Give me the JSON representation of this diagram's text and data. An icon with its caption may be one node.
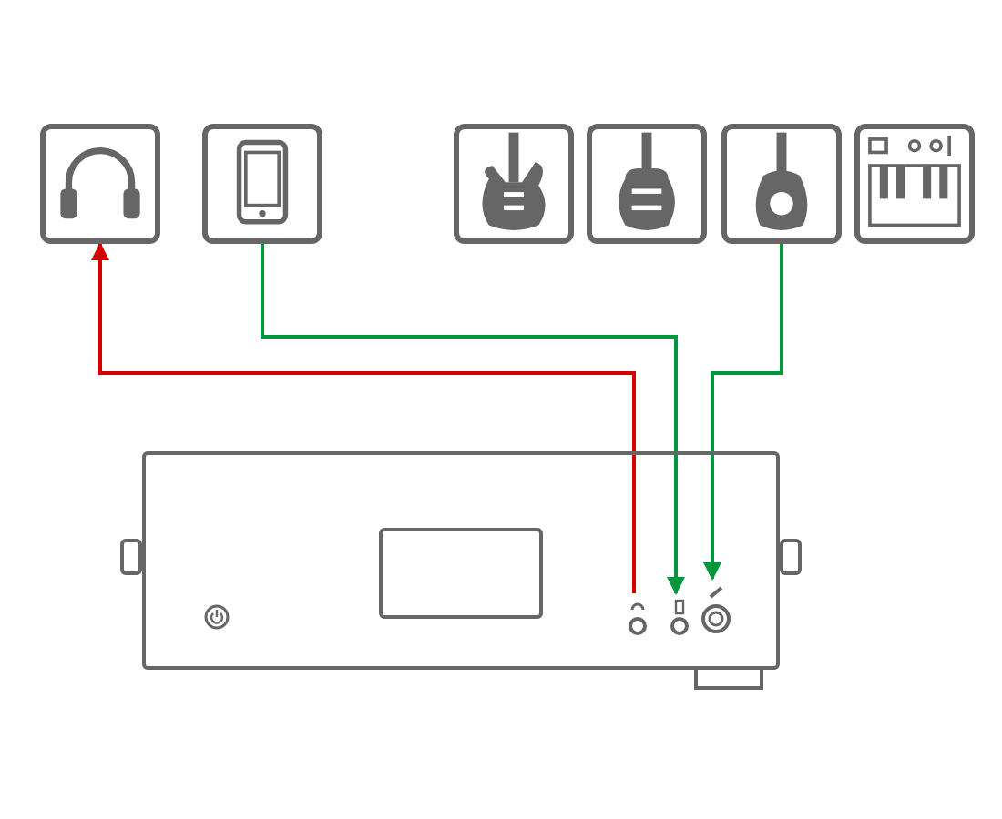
{
  "diagram": {
    "nodes": [
      {
        "text": [],
        "shape": "picture"
      },
      {
        "text": [],
        "shape": "picture"
      },
      {
        "text": [],
        "shape": "picture"
      },
      {
        "text": [],
        "shape": "picture"
      },
      {
        "text": [],
        "shape": "picture"
      },
      {
        "text": [],
        "shape": "picture"
      },
      {
        "text": [],
        "shape": "picture"
      },
      {
        "text": [],
        "shape": "circle",
        "in": 6
      },
      {
        "text": [],
        "shape": "circle",
        "in": 6
      },
      {
        "text": [],
        "shape": "circle",
        "in": 6
      },
      {
        "text": [],
        "shape": "box",
        "in": 6
      }
    ],
    "edges": [
      {
        "from": 7,
        "to": 0,
        "arrow": "to",
        "color": "#d40000"
      },
      {
        "from": 1,
        "to": 8,
        "arrow": "to",
        "color": "#00963c"
      },
      {
        "from": 4,
        "to": 9,
        "arrow": "to",
        "color": "#00963c"
      }
    ]
  }
}
